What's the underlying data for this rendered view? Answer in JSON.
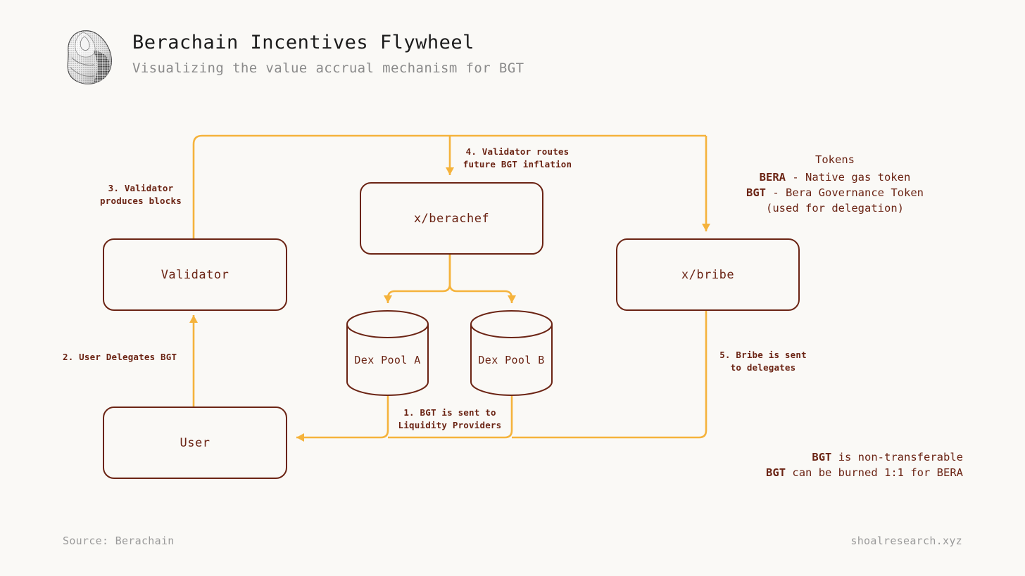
{
  "header": {
    "logo_icon": "shell-logo",
    "title": "Berachain Incentives Flywheel",
    "subtitle": "Visualizing the value accrual mechanism for BGT"
  },
  "diagram": {
    "nodes": [
      {
        "id": "validator",
        "label": "Validator",
        "shape": "rounded-box"
      },
      {
        "id": "berachef",
        "label": "x/berachef",
        "shape": "rounded-box"
      },
      {
        "id": "bribe",
        "label": "x/bribe",
        "shape": "rounded-box"
      },
      {
        "id": "user",
        "label": "User",
        "shape": "rounded-box"
      },
      {
        "id": "dex_pool_a",
        "label": "Dex Pool A",
        "shape": "cylinder"
      },
      {
        "id": "dex_pool_b",
        "label": "Dex Pool B",
        "shape": "cylinder"
      }
    ],
    "steps": [
      {
        "n": 1,
        "label": "1. BGT is sent to\nLiquidity Providers",
        "from": "dex-pools",
        "to": "user"
      },
      {
        "n": 2,
        "label": "2. User Delegates BGT",
        "from": "user",
        "to": "validator"
      },
      {
        "n": 3,
        "label": "3. Validator\nproduces blocks",
        "from": "validator",
        "to": "berachef"
      },
      {
        "n": 4,
        "label": "4. Validator routes\nfuture BGT inflation",
        "from": "validator",
        "to": "berachef"
      },
      {
        "n": 5,
        "label": "5. Bribe is sent\nto delegates",
        "from": "bribe",
        "to": "user"
      }
    ],
    "colors": {
      "node_border": "#6B2414",
      "node_text": "#6B2414",
      "connector": "#F5B33C",
      "background": "#FAF9F6"
    }
  },
  "legend": {
    "title": "Tokens",
    "entries": [
      {
        "token": "BERA",
        "desc": " - Native gas token"
      },
      {
        "token": "BGT",
        "desc": " - Bera Governance Token"
      }
    ],
    "note": "(used for delegation)"
  },
  "notes": [
    {
      "token": "BGT",
      "desc": " is non-transferable"
    },
    {
      "token": "BGT",
      "desc": " can be burned 1:1 for BERA"
    }
  ],
  "footer": {
    "source": "Source: Berachain",
    "site": "shoalresearch.xyz"
  }
}
